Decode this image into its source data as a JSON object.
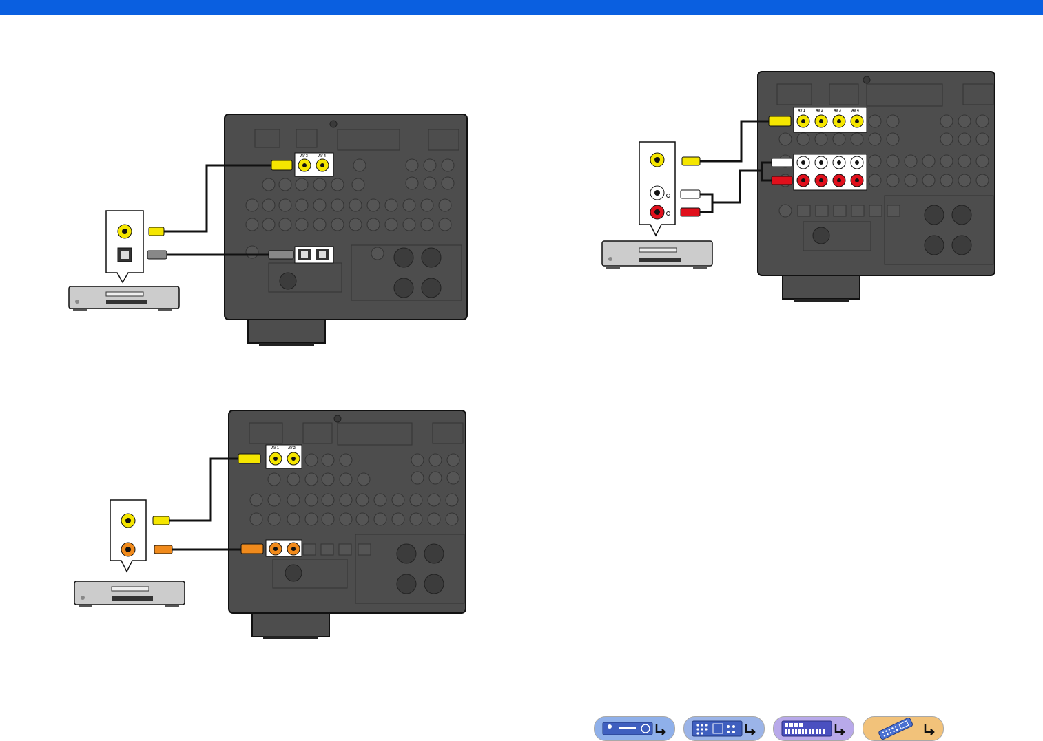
{
  "panels": {
    "input_labels_top_left": [
      "AV 3",
      "AV 4"
    ],
    "input_labels_bottom_left": [
      "AV 1",
      "AV 2"
    ],
    "input_labels_top_right": [
      "AV 1",
      "AV 2",
      "AV 3",
      "AV 4"
    ]
  },
  "colors": {
    "header_bar": "#0a5fe0",
    "receiver_body": "#4d4d4d",
    "video_plug": "#f5e600",
    "coaxial_plug": "#f08a1c",
    "audio_left_plug": "#ffffff",
    "audio_right_plug": "#e0101c"
  },
  "nav_buttons": [
    {
      "name": "front-panel-link",
      "icon": "receiver-front-panel-icon",
      "color": "#8fb0ea"
    },
    {
      "name": "rear-panel-link",
      "icon": "receiver-rear-panel-icon",
      "color": "#9bb4e8"
    },
    {
      "name": "display-link",
      "icon": "front-display-icon",
      "color": "#b8a9ea"
    },
    {
      "name": "remote-link",
      "icon": "remote-control-icon",
      "color": "#f2c27a"
    }
  ]
}
